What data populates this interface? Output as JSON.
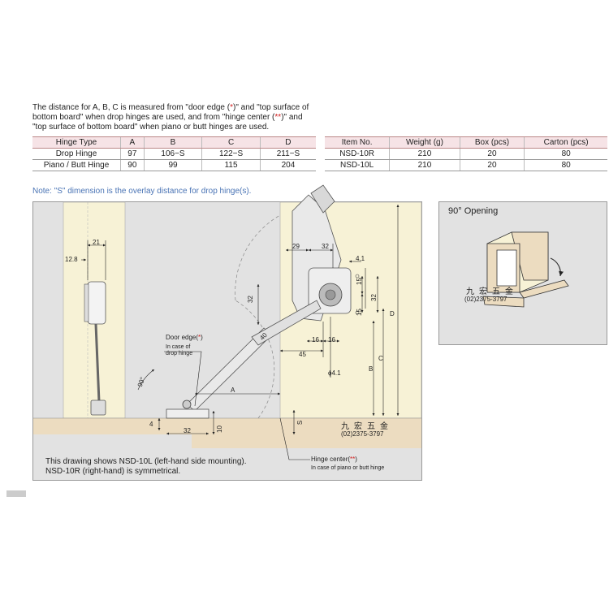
{
  "intro": {
    "line1": "The distance for A, B, C is measured from \"door edge (",
    "mark1": "*",
    "line1b": ")\" and \"top surface of",
    "line2": "bottom board\" when drop hinges are used, and from \"hinge center (",
    "mark2": "**",
    "line2b": ")\" and",
    "line3": "\"top surface of bottom board\" when piano or butt hinges are used."
  },
  "hinge_table": {
    "headers": [
      "Hinge Type",
      "A",
      "B",
      "C",
      "D"
    ],
    "rows": [
      [
        "Drop Hinge",
        "97",
        "106−S",
        "122−S",
        "211−S"
      ],
      [
        "Piano / Butt Hinge",
        "90",
        "99",
        "115",
        "204"
      ]
    ]
  },
  "item_table": {
    "headers": [
      "Item No.",
      "Weight (g)",
      "Box (pcs)",
      "Carton (pcs)"
    ],
    "rows": [
      [
        "NSD-10R",
        "210",
        "20",
        "80"
      ],
      [
        "NSD-10L",
        "210",
        "20",
        "80"
      ]
    ]
  },
  "note": "Note: \"S\" dimension is the overlay distance for drop hinge(s).",
  "diagram": {
    "dims": {
      "d21": "21",
      "d12_8": "12.8",
      "d29": "29",
      "d32_top": "32",
      "d4_1": "4.1",
      "d15a": "15",
      "d15b": "15",
      "d32_side": "32",
      "d32_left": "32",
      "d16a": "16",
      "d16b": "16",
      "d45": "45",
      "d40": "40",
      "dphi": "ϕ4.1",
      "dA": "A",
      "dB": "B",
      "dC": "C",
      "dD": "D",
      "dS": "S",
      "d4": "4",
      "d32_bottom": "32",
      "d10": "10",
      "d90": "90°"
    },
    "door_edge_label": "Door edge(",
    "door_edge_mark": "*",
    "door_edge_close": ")",
    "door_edge_sub1": "In case of",
    "door_edge_sub2": "drop hinge",
    "hinge_center_label": "Hinge center(",
    "hinge_center_mark": "**",
    "hinge_center_close": ")",
    "hinge_center_sub": "In case of piano or butt hinge",
    "watermark_cn": "九宏五金",
    "watermark_phone": "(02)2375-3797",
    "caption_line1": "This drawing shows NSD-10L (left-hand side mounting).",
    "caption_line2": "NSD-10R (right-hand) is symmetrical."
  },
  "opening": {
    "title": "90° Opening",
    "watermark_cn": "九宏五金",
    "watermark_phone": "(02)2375-3797"
  },
  "colors": {
    "panel": "#f7f2d6",
    "wood": "#ecdcc0",
    "note": "#4a74b5",
    "mark": "#d02020",
    "header": "#f6e3e6"
  }
}
